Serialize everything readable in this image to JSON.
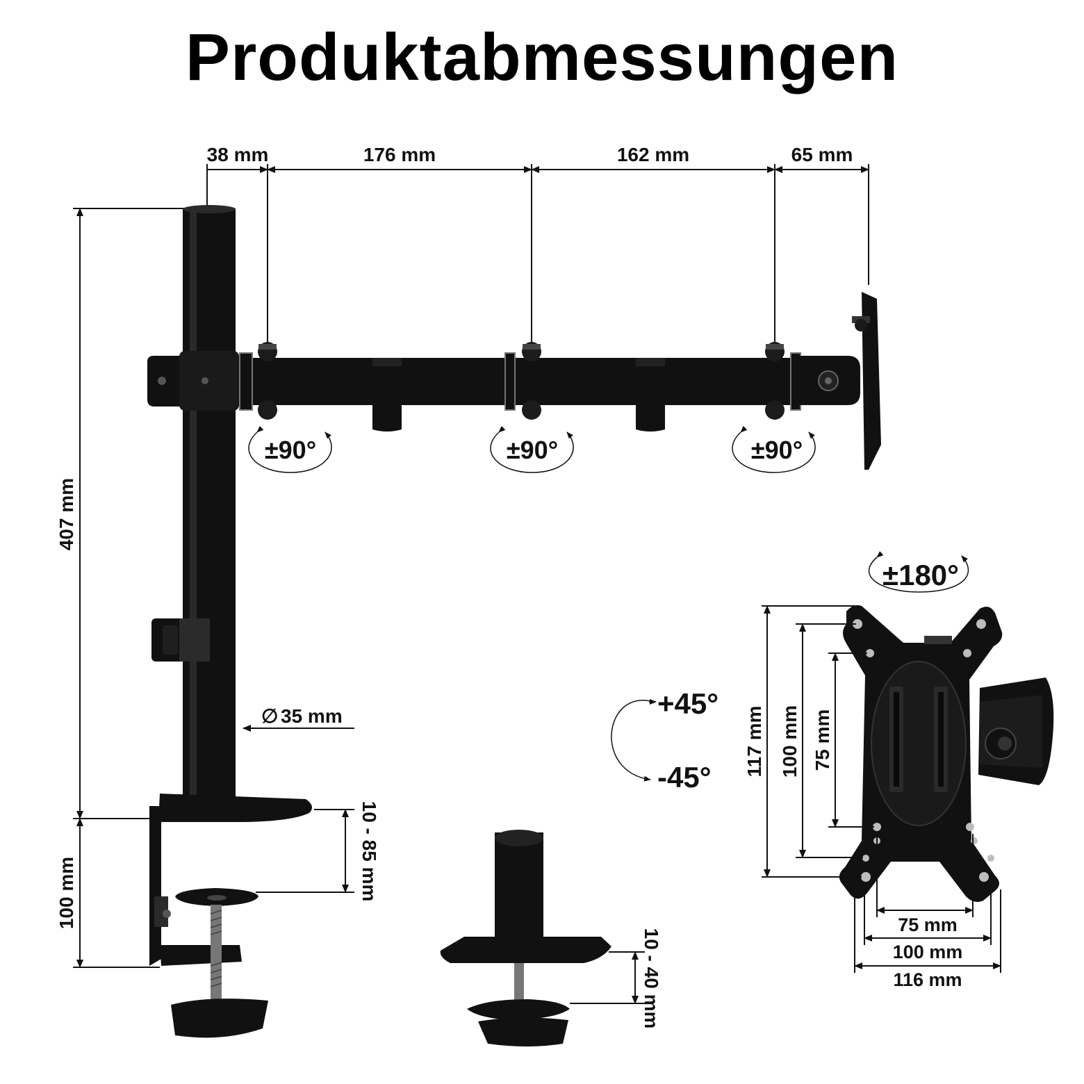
{
  "title": "Produktabmessungen",
  "dimensions": {
    "top": [
      "38 mm",
      "176 mm",
      "162 mm",
      "65 mm"
    ],
    "pole_height": "407 mm",
    "pole_diameter": "35 mm",
    "clamp_height": "100 mm",
    "clamp_range": "10 - 85 mm",
    "grommet_range": "10 - 40 mm",
    "vesa_vertical": [
      "117 mm",
      "100 mm",
      "75 mm"
    ],
    "vesa_horizontal": [
      "75 mm",
      "100 mm",
      "116 mm"
    ]
  },
  "angles": {
    "joint_swivel": [
      "±90°",
      "±90°",
      "±90°"
    ],
    "rotation": "±180°",
    "tilt_up": "+45°",
    "tilt_down": "-45°"
  },
  "diameter_symbol": "∅"
}
